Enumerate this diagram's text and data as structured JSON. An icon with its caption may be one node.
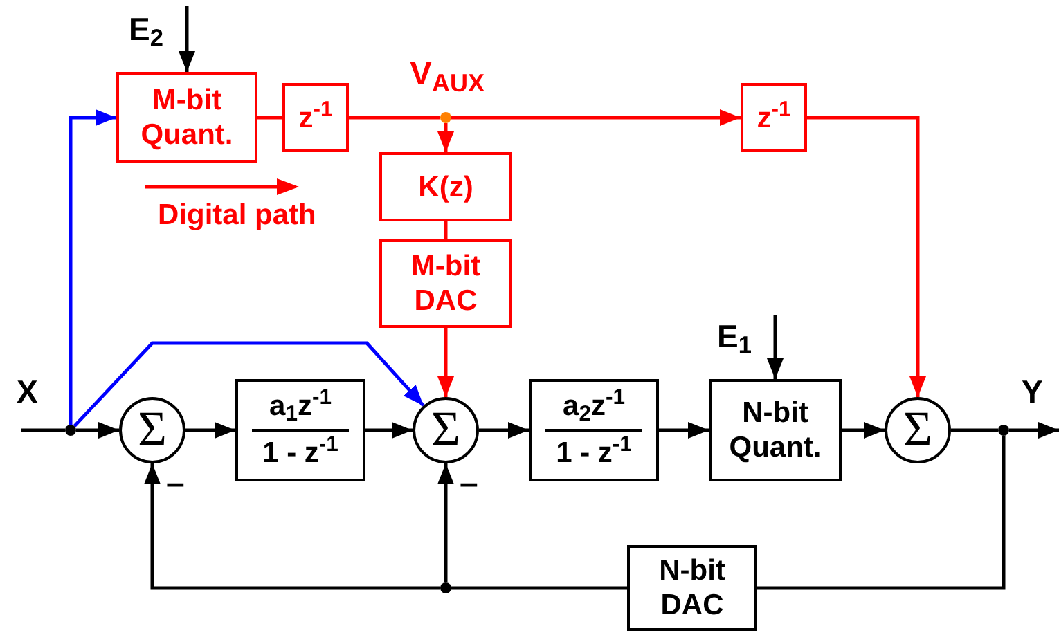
{
  "diagram": {
    "nodes": [
      {
        "text": [
          "E$_{2}$"
        ]
      },
      {
        "text": [
          "M-bit Quant."
        ]
      },
      {
        "text": [
          "z$^{-1}$"
        ]
      },
      {
        "text": [],
        "shape": "circle",
        "beside": [
          "V$_{AUX}$"
        ]
      },
      {
        "text": [
          "K(z)"
        ]
      },
      {
        "text": [
          "M-bit DAC"
        ]
      },
      {
        "text": [
          "z$^{-1}$"
        ]
      },
      {
        "text": [],
        "shape": "circle"
      },
      {
        "text": [
          "Σ"
        ],
        "beside": [
          "–"
        ]
      },
      {
        "text": [
          "a$_{1}$z$^{-1}$",
          "1 - z$^{-1}$"
        ]
      },
      {
        "text": [
          "Σ"
        ],
        "beside": [
          "–"
        ]
      },
      {
        "text": [
          "a$_{2}$z$^{-1}$",
          "1 - z$^{-1}$"
        ]
      },
      {
        "text": [
          "N-bit Quant."
        ]
      },
      {
        "text": [
          "Σ"
        ]
      },
      {
        "text": [],
        "shape": "circle"
      },
      {
        "text": [
          "N-bit DAC"
        ]
      },
      {
        "text": [],
        "shape": "circle"
      },
      {
        "text": [
          "E$_{1}$"
        ]
      }
    ],
    "edges": [
      {
        "from": 0,
        "to": 1,
        "arrow": "to"
      },
      {
        "from": 1,
        "to": 2,
        "arrow": "none",
        "color": "#ff0000"
      },
      {
        "from": 2,
        "to": 3,
        "arrow": "none",
        "color": "#ff0000"
      },
      {
        "from": 3,
        "to": 4,
        "arrow": "to",
        "color": "#ff0000"
      },
      {
        "from": 3,
        "to": 6,
        "arrow": "to",
        "color": "#ff0000"
      },
      {
        "from": 4,
        "to": 5,
        "arrow": "none",
        "color": "#ff0000"
      },
      {
        "from": 5,
        "to": 10,
        "arrow": "to",
        "color": "#ff0000"
      },
      {
        "from": 6,
        "to": 13,
        "arrow": "to",
        "color": "#ff0000"
      },
      {
        "from": null,
        "to": 7,
        "arrow": "none"
      },
      {
        "from": 7,
        "to": 8,
        "arrow": "to"
      },
      {
        "from": 7,
        "to": 1,
        "arrow": "to",
        "color": "#0000ff"
      },
      {
        "from": 7,
        "to": 10,
        "arrow": "to",
        "color": "#0000ff"
      },
      {
        "from": 8,
        "to": 9,
        "arrow": "to"
      },
      {
        "from": 9,
        "to": 10,
        "arrow": "to"
      },
      {
        "from": 10,
        "to": 11,
        "arrow": "to"
      },
      {
        "from": 11,
        "to": 12,
        "arrow": "to"
      },
      {
        "from": 12,
        "to": 13,
        "arrow": "to"
      },
      {
        "from": 13,
        "to": 14,
        "arrow": "none"
      },
      {
        "from": 14,
        "to": null,
        "arrow": "to"
      },
      {
        "from": 14,
        "to": 15,
        "arrow": "none"
      },
      {
        "from": 15,
        "to": 16,
        "arrow": "none"
      },
      {
        "from": 16,
        "to": 10,
        "arrow": "to"
      },
      {
        "from": 16,
        "to": 8,
        "arrow": "to"
      },
      {
        "from": 17,
        "to": 12,
        "arrow": "to"
      }
    ],
    "labels": [
      "X",
      "Y"
    ],
    "legend": [
      {
        "text": "Digital path"
      }
    ]
  }
}
